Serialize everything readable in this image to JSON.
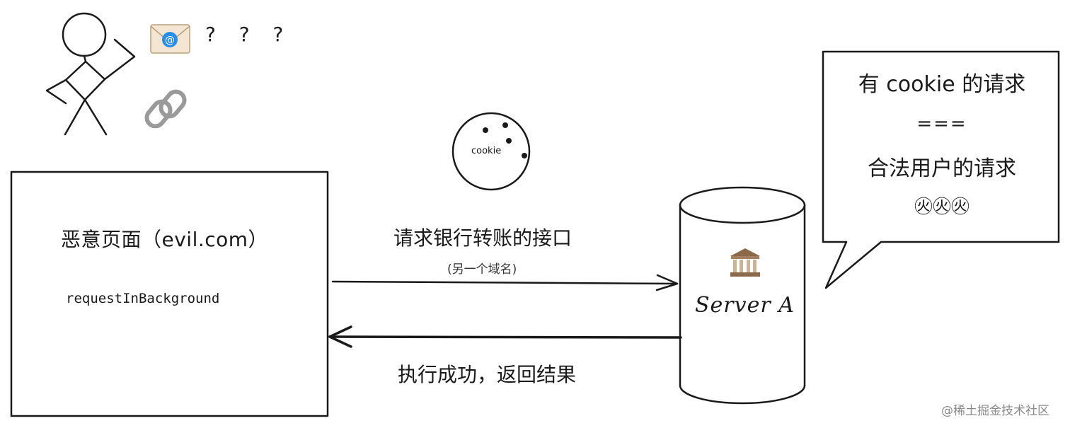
{
  "malicious_page": {
    "title": "恶意页面（evil.com）",
    "code": "requestInBackground"
  },
  "request_arrow": {
    "label": "请求银行转账的接口",
    "sublabel": "(另一个域名)"
  },
  "response_arrow": {
    "label": "执行成功，返回结果"
  },
  "server": {
    "label": "Server A",
    "icon": "bank-icon"
  },
  "cookie": {
    "label": "cookie"
  },
  "user": {
    "question": "? ? ?",
    "mail_icon": "email-icon",
    "link_icon": "link-icon"
  },
  "speech_bubble": {
    "line1": "有 cookie 的请求",
    "line2": "===",
    "line3": "合法用户的请求",
    "line4": "㊋㊋㊋"
  },
  "watermark": "@稀土掘金技术社区"
}
